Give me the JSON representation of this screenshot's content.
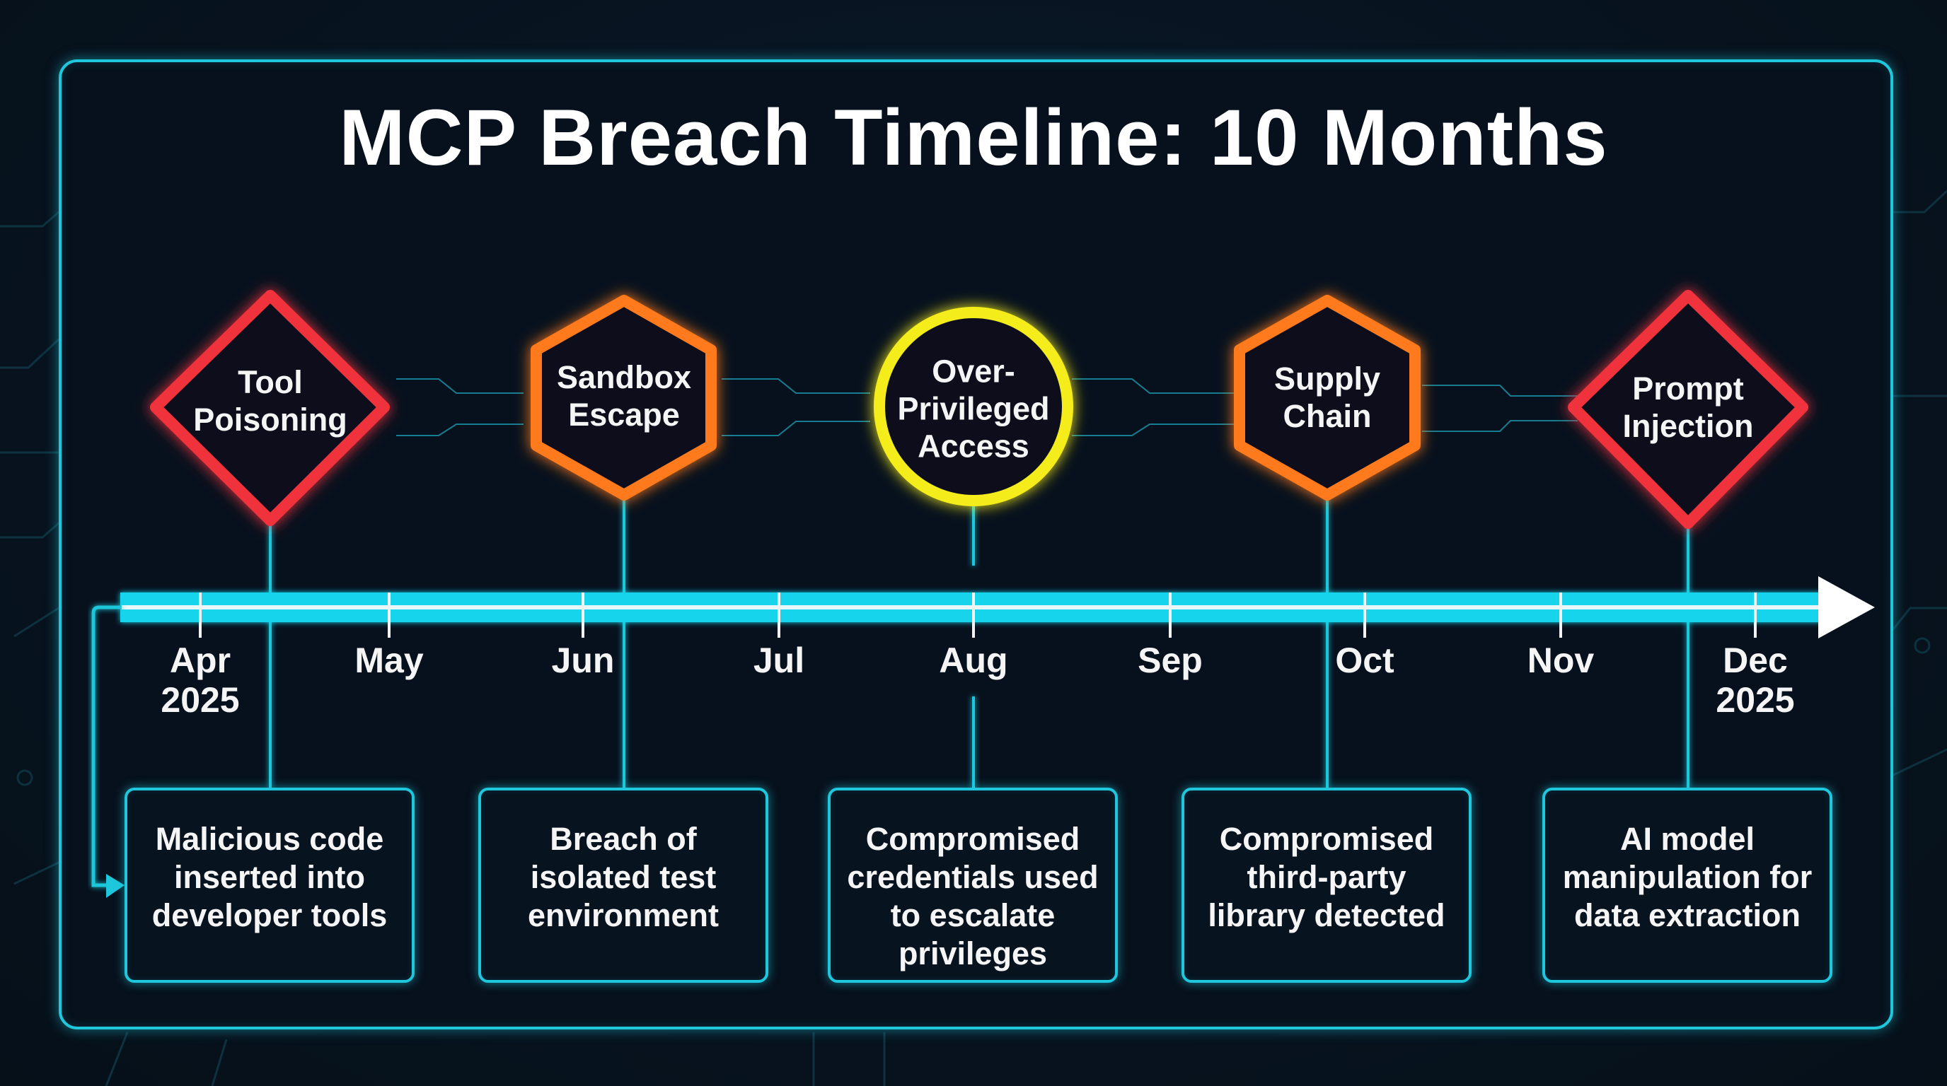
{
  "title": "MCP Breach Timeline: 10 Months",
  "colors": {
    "background": "#07111d",
    "accent_cyan": "#1fc7dc",
    "red": "#f0323c",
    "orange": "#ff7a1a",
    "yellow": "#f5ec1a",
    "text": "#f5f5f5"
  },
  "timeline": {
    "months": [
      {
        "label": "Apr\n2025"
      },
      {
        "label": "May"
      },
      {
        "label": "Jun"
      },
      {
        "label": "Jul"
      },
      {
        "label": "Aug"
      },
      {
        "label": "Sep"
      },
      {
        "label": "Oct"
      },
      {
        "label": "Nov"
      },
      {
        "label": "Dec\n2025"
      }
    ]
  },
  "events": [
    {
      "name": "Tool\nPoisoning",
      "shape": "diamond",
      "color": "red",
      "description": "Malicious code\ninserted into\ndeveloper tools"
    },
    {
      "name": "Sandbox\nEscape",
      "shape": "hexagon",
      "color": "orange",
      "description": "Breach of\nisolated test\nenvironment"
    },
    {
      "name": "Over-\nPrivileged\nAccess",
      "shape": "circle",
      "color": "yellow",
      "description": "Compromised\ncredentials used\nto escalate\nprivileges"
    },
    {
      "name": "Supply\nChain",
      "shape": "hexagon",
      "color": "orange",
      "description": "Compromised\nthird-party\nlibrary detected"
    },
    {
      "name": "Prompt\nInjection",
      "shape": "diamond",
      "color": "red",
      "description": "AI model\nmanipulation for\ndata extraction"
    }
  ]
}
